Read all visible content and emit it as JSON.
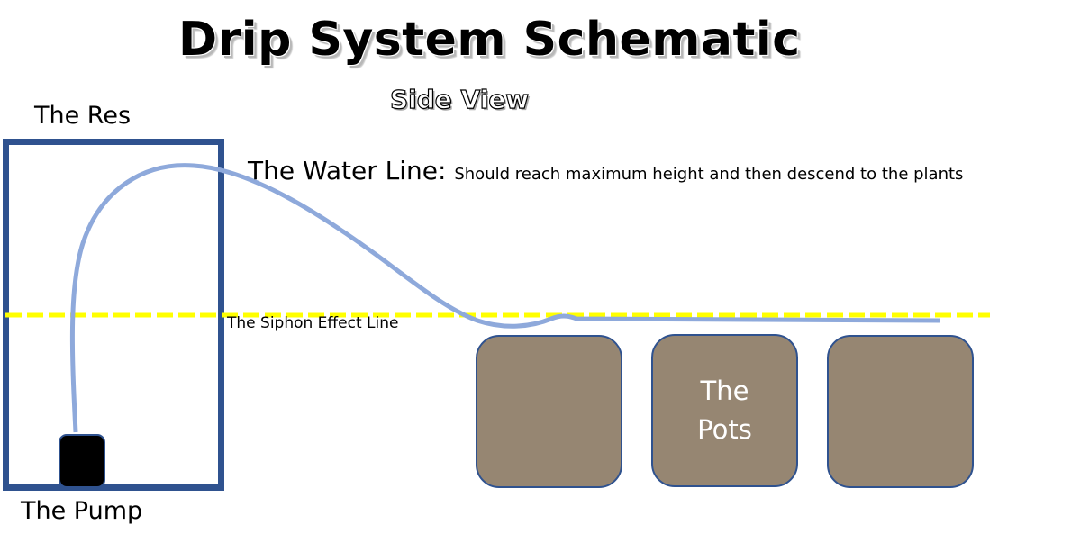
{
  "title": "Drip System Schematic",
  "subtitle": "Side View",
  "labels": {
    "reservoir": "The Res",
    "pump": "The Pump",
    "water_line_heading": "The Water Line:",
    "water_line_description": "Should reach maximum height and then descend to the plants",
    "siphon_line": "The Siphon Effect Line",
    "pots": "The Pots"
  },
  "pots": [
    {
      "label": ""
    },
    {
      "label": "The Pots"
    },
    {
      "label": ""
    }
  ],
  "colors": {
    "outline": "#2F528F",
    "water_line": "#8EA9DB",
    "siphon_line": "#FFFF00",
    "pot_fill": "#968672",
    "pump_fill": "#000000"
  }
}
